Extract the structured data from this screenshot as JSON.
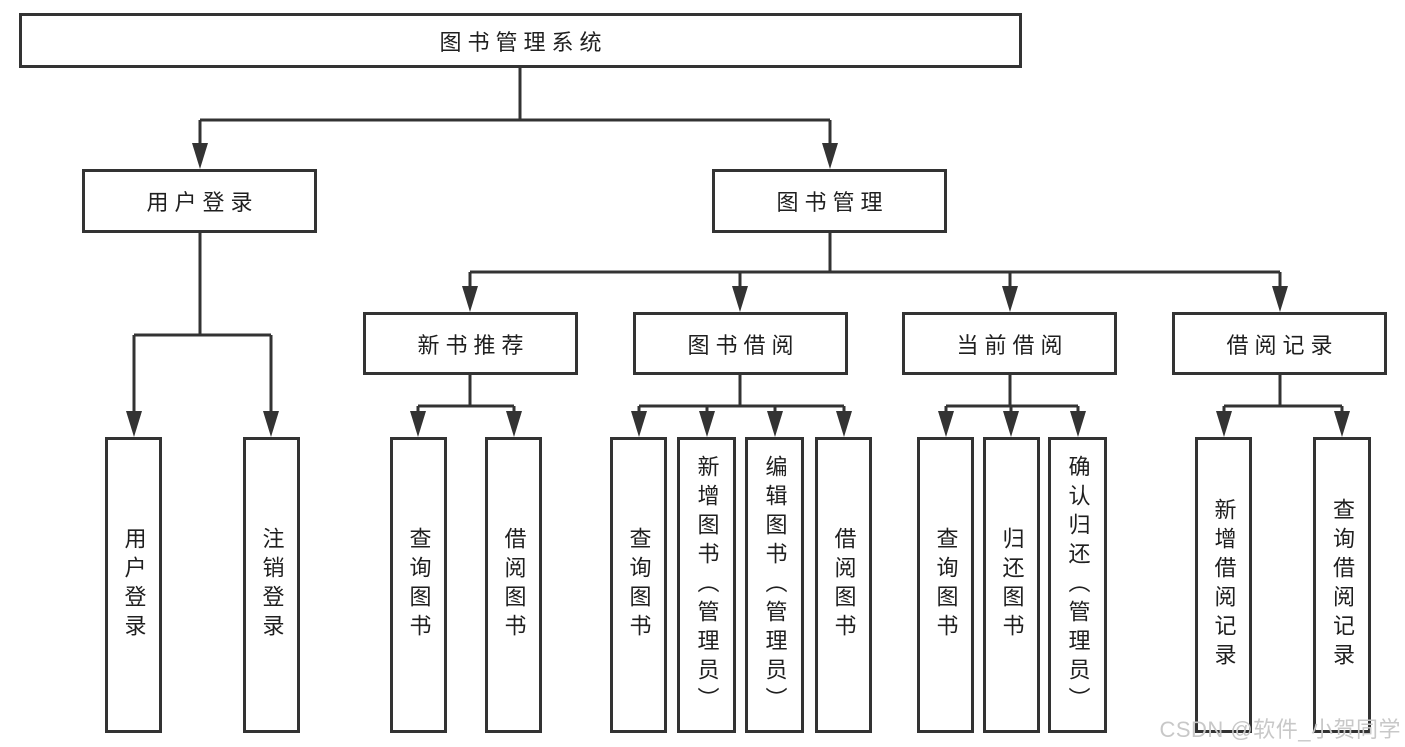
{
  "diagram_type": "hierarchy-structure-chart",
  "tree": {
    "label": "图书管理系统",
    "children": [
      {
        "label": "用户登录",
        "children": [
          {
            "label": "用户登录"
          },
          {
            "label": "注销登录"
          }
        ]
      },
      {
        "label": "图书管理",
        "children": [
          {
            "label": "新书推荐",
            "children": [
              {
                "label": "查询图书"
              },
              {
                "label": "借阅图书"
              }
            ]
          },
          {
            "label": "图书借阅",
            "children": [
              {
                "label": "查询图书"
              },
              {
                "label": "新增图书（管理员）"
              },
              {
                "label": "编辑图书（管理员）"
              },
              {
                "label": "借阅图书"
              }
            ]
          },
          {
            "label": "当前借阅",
            "children": [
              {
                "label": "查询图书"
              },
              {
                "label": "归还图书"
              },
              {
                "label": "确认归还（管理员）"
              }
            ]
          },
          {
            "label": "借阅记录",
            "children": [
              {
                "label": "新增借阅记录"
              },
              {
                "label": "查询借阅记录"
              }
            ]
          }
        ]
      }
    ]
  },
  "watermark": "CSDN @软件_小贺同学",
  "colors": {
    "line": "#333333",
    "text": "#1f1f1f",
    "background": "#ffffff",
    "watermark": "#c8c8c8"
  }
}
